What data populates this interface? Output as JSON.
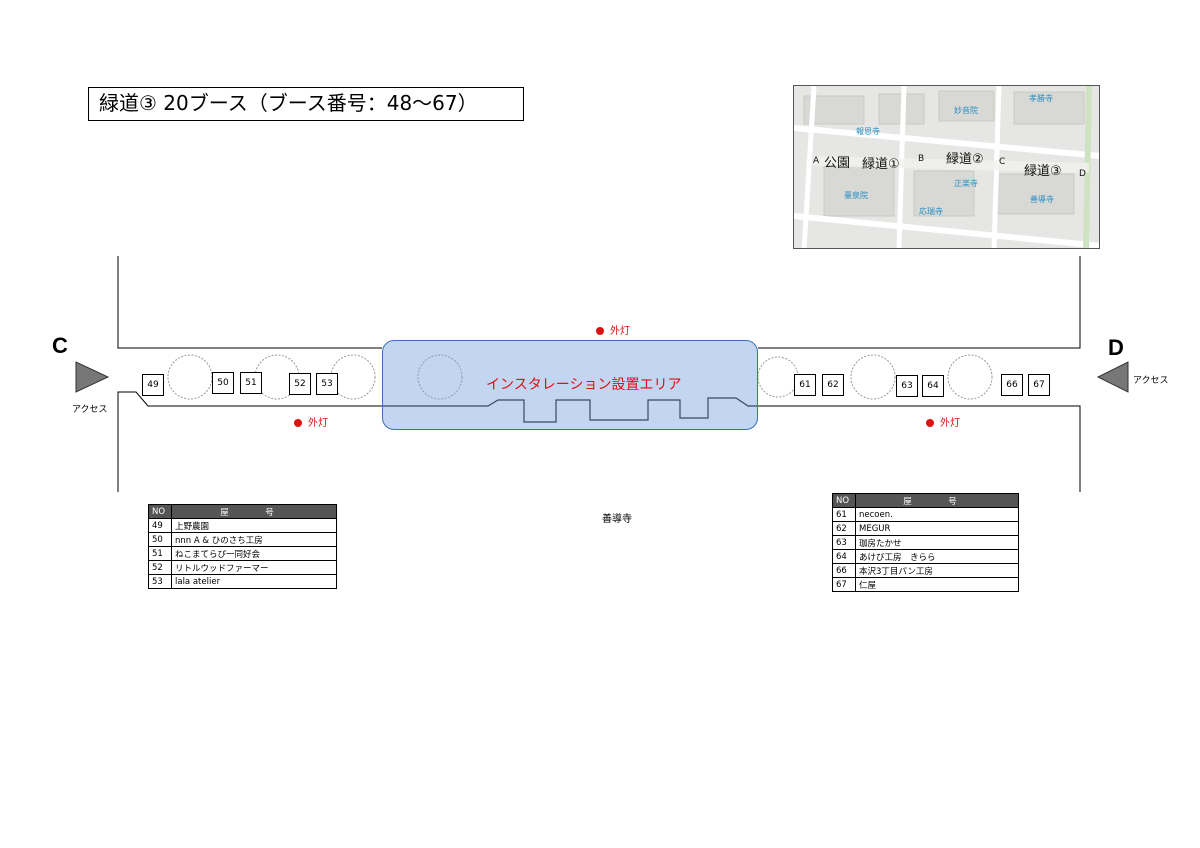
{
  "title": "緑道③ 20ブース（ブース番号：48〜67）",
  "inset_map": {
    "labels": {
      "park": "公園",
      "ryokudo1": "緑道①",
      "ryokudo2": "緑道②",
      "ryokudo3": "緑道③",
      "point_a": "A",
      "point_b": "B",
      "point_c": "C",
      "point_d": "D",
      "hogonji": "報恩寺",
      "taisenin": "臺泉院",
      "myoonin": "妙音院",
      "kogenji": "孝勝寺",
      "shogakuji": "正楽寺",
      "ozuiji": "応瑞寺",
      "zendoji": "善導寺"
    }
  },
  "ends": {
    "left_letter": "C",
    "right_letter": "D",
    "access_label": "アクセス"
  },
  "lights": {
    "label": "外灯"
  },
  "installation_label": "インスタレーション設置エリア",
  "temple_label": "善導寺",
  "booths": [
    "49",
    "50",
    "51",
    "52",
    "53",
    "61",
    "62",
    "63",
    "64",
    "66",
    "67"
  ],
  "left_table": {
    "headers": [
      "NO",
      "屋　号"
    ],
    "rows": [
      {
        "no": "49",
        "name": "上野農園"
      },
      {
        "no": "50",
        "name": "nnn A & ひのさち工房"
      },
      {
        "no": "51",
        "name": "ねこまてらぴ一同好会"
      },
      {
        "no": "52",
        "name": "リトルウッドファーマー"
      },
      {
        "no": "53",
        "name": "lala atelier"
      }
    ]
  },
  "right_table": {
    "headers": [
      "NO",
      "屋　号"
    ],
    "rows": [
      {
        "no": "61",
        "name": "necoen."
      },
      {
        "no": "62",
        "name": "MEGUR"
      },
      {
        "no": "63",
        "name": "珈房たかせ"
      },
      {
        "no": "64",
        "name": "あけび工房　きらら"
      },
      {
        "no": "66",
        "name": "本沢3丁目パン工房"
      },
      {
        "no": "67",
        "name": "仁屋"
      }
    ]
  }
}
